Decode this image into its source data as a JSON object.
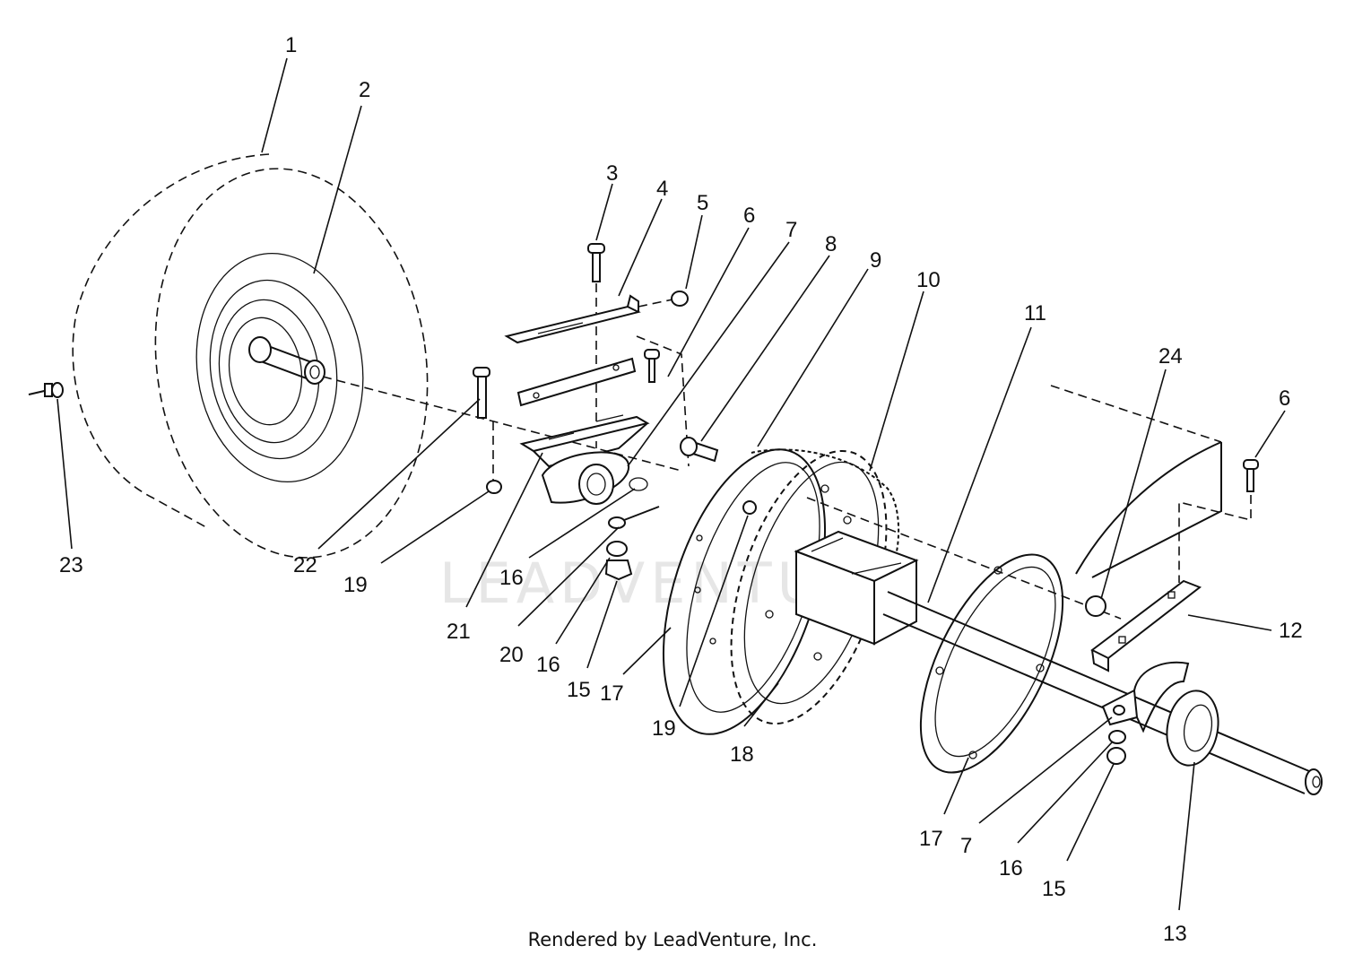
{
  "footer": {
    "text": "Rendered by LeadVenture, Inc."
  },
  "watermark": {
    "text": "LEADVENTURE"
  },
  "callouts": [
    {
      "id": "c1",
      "label": "1"
    },
    {
      "id": "c2",
      "label": "2"
    },
    {
      "id": "c3",
      "label": "3"
    },
    {
      "id": "c4",
      "label": "4"
    },
    {
      "id": "c5",
      "label": "5"
    },
    {
      "id": "c6a",
      "label": "6"
    },
    {
      "id": "c7a",
      "label": "7"
    },
    {
      "id": "c8",
      "label": "8"
    },
    {
      "id": "c9",
      "label": "9"
    },
    {
      "id": "c10",
      "label": "10"
    },
    {
      "id": "c11",
      "label": "11"
    },
    {
      "id": "c24",
      "label": "24"
    },
    {
      "id": "c6b",
      "label": "6"
    },
    {
      "id": "c23",
      "label": "23"
    },
    {
      "id": "c22",
      "label": "22"
    },
    {
      "id": "c19a",
      "label": "19"
    },
    {
      "id": "c21",
      "label": "21"
    },
    {
      "id": "c16a",
      "label": "16"
    },
    {
      "id": "c20",
      "label": "20"
    },
    {
      "id": "c16b",
      "label": "16"
    },
    {
      "id": "c15a",
      "label": "15"
    },
    {
      "id": "c17a",
      "label": "17"
    },
    {
      "id": "c19b",
      "label": "19"
    },
    {
      "id": "c18",
      "label": "18"
    },
    {
      "id": "c12",
      "label": "12"
    },
    {
      "id": "c17b",
      "label": "17"
    },
    {
      "id": "c7b",
      "label": "7"
    },
    {
      "id": "c16c",
      "label": "16"
    },
    {
      "id": "c15b",
      "label": "15"
    },
    {
      "id": "c13",
      "label": "13"
    }
  ]
}
